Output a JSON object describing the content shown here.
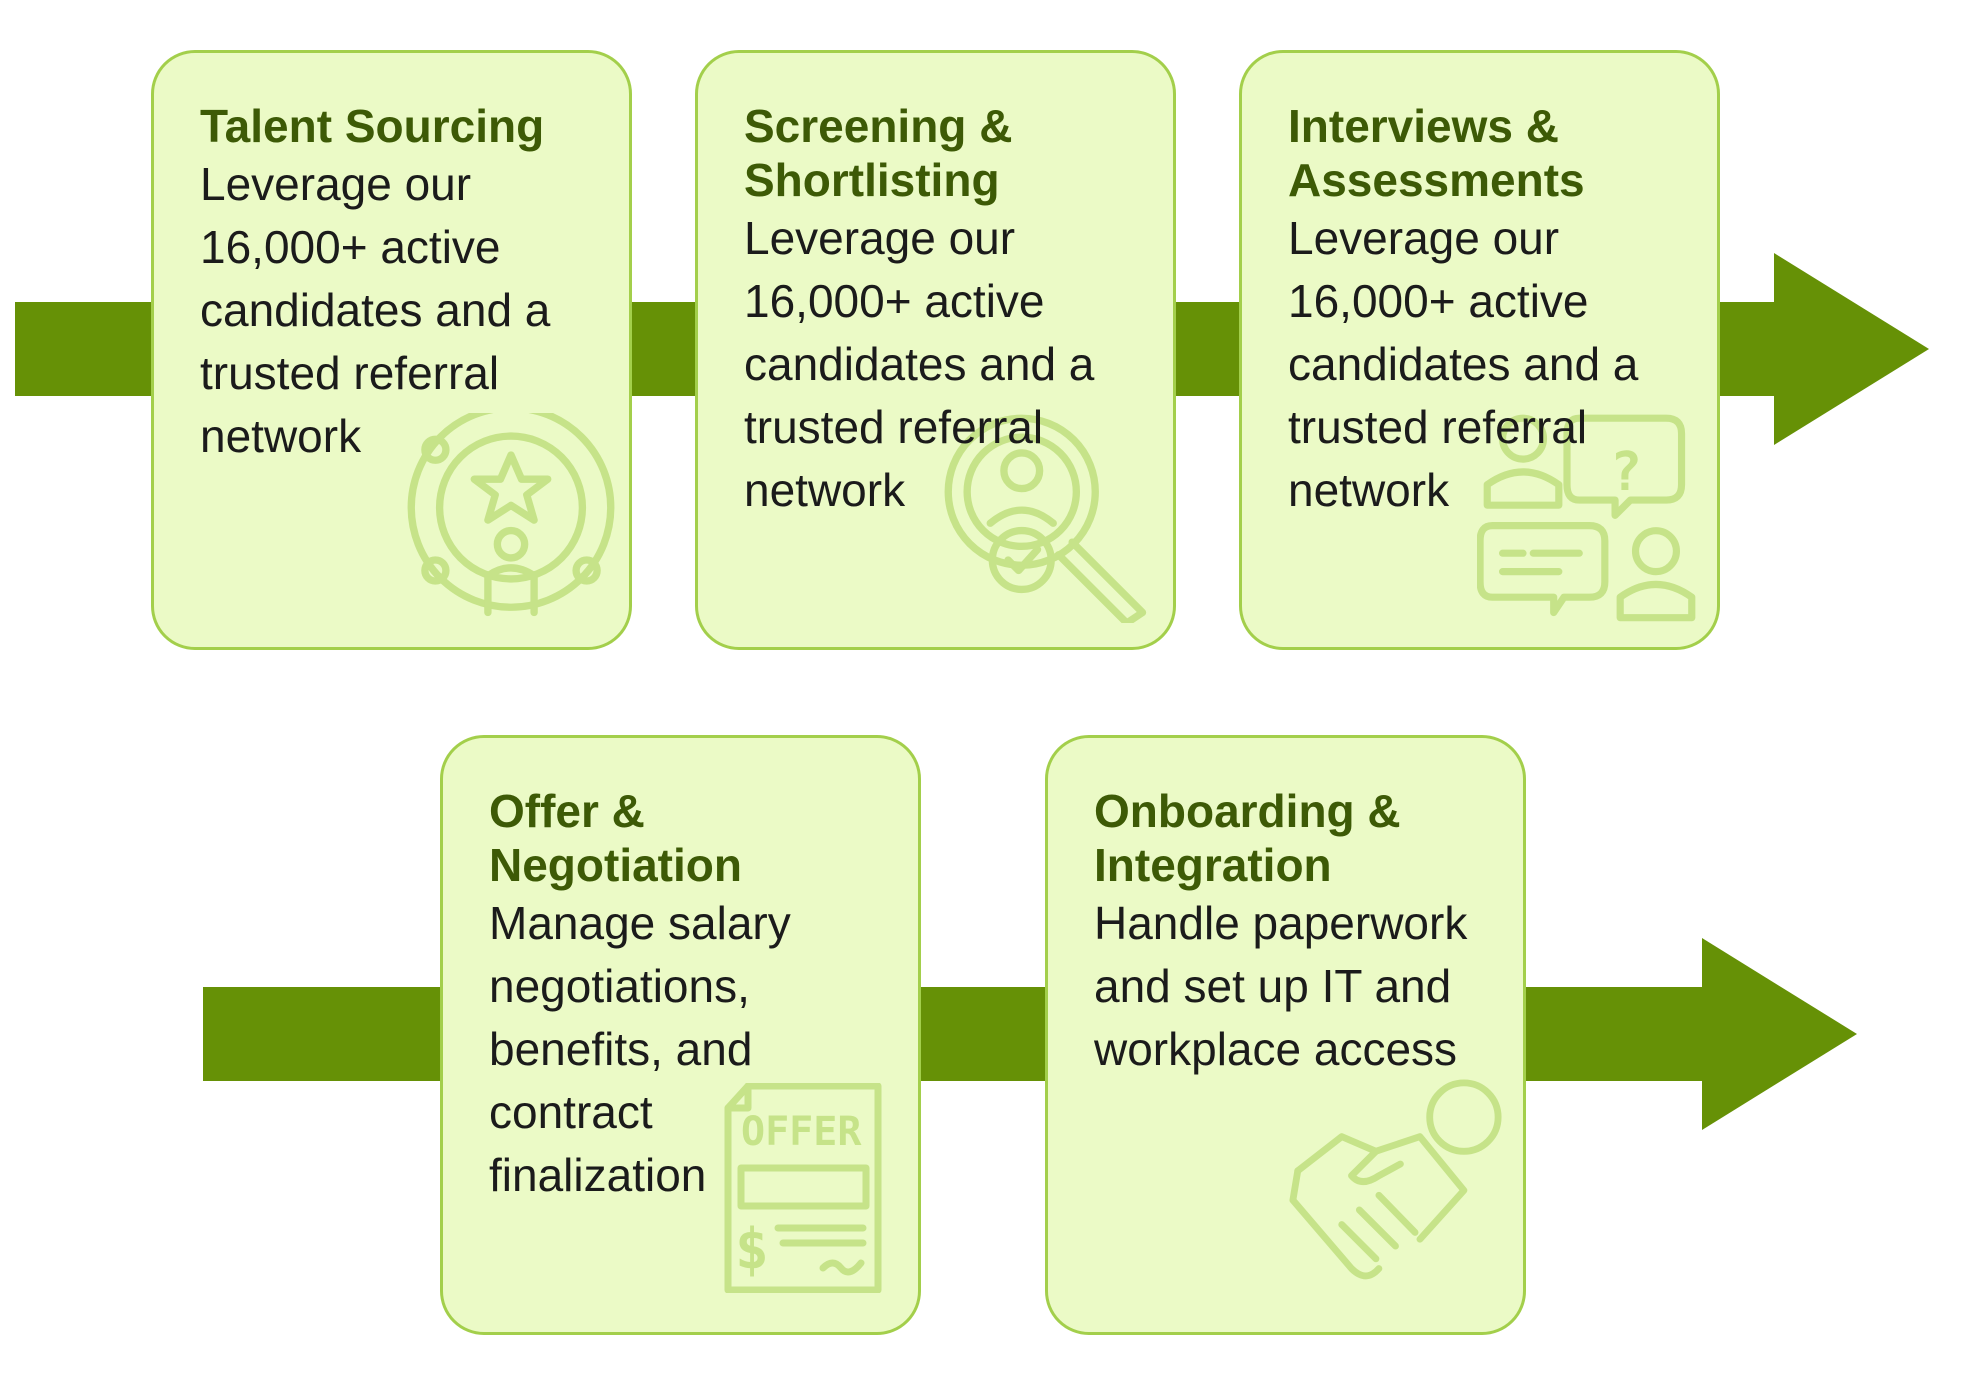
{
  "steps": [
    {
      "title": "Talent Sourcing",
      "description": "Leverage our 16,000+ active candidates and a trusted referral network",
      "icon": "star-person-orbit-icon"
    },
    {
      "title": "Screening & Shortlisting",
      "description": "Leverage our 16,000+ active candidates and a trusted referral network",
      "icon": "magnifier-person-check-icon"
    },
    {
      "title": "Interviews & Assessments",
      "description": "Leverage our 16,000+ active candidates and a trusted referral network",
      "icon": "interview-chat-icon"
    },
    {
      "title": "Offer & Negotiation",
      "description": "Manage salary negotiations, benefits, and contract finalization",
      "icon": "offer-document-icon",
      "icon_text": "OFFER"
    },
    {
      "title": "Onboarding & Integration",
      "description": "Handle paperwork and set up IT and workplace access",
      "icon": "handshake-icon"
    }
  ],
  "colors": {
    "arrow": "#669106",
    "card_fill": "#ebfac6",
    "card_border": "#a3cf4b",
    "title": "#3d5a06",
    "icon": "#c6e389"
  }
}
